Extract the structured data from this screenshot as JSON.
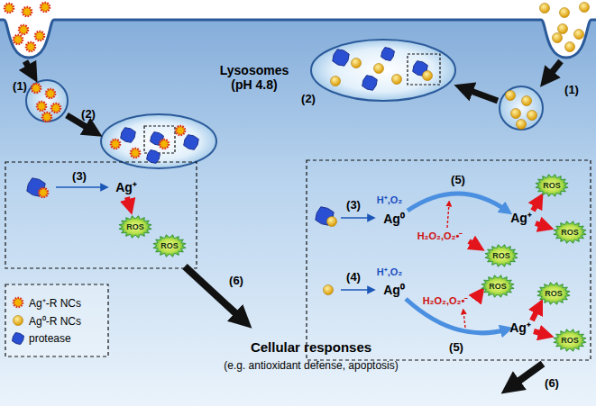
{
  "diagram": {
    "nodes": [
      {
        "text": [
          "ROS"
        ]
      },
      {
        "text": [
          "ROS"
        ]
      },
      {
        "text": [
          "ROS"
        ]
      },
      {
        "text": [
          "ROS"
        ]
      },
      {
        "text": [
          "ROS"
        ]
      },
      {
        "text": [
          "ROS"
        ]
      },
      {
        "text": [
          "ROS"
        ]
      },
      {
        "text": [
          "ROS"
        ]
      }
    ],
    "labels": [
      "(1)",
      "(2)",
      "Lysosomes (pH 4.8)",
      "(2)",
      "(1)",
      "(3)",
      "Ag⁺",
      "(3)",
      "H⁺,O₂",
      "Ag⁰",
      "(5)",
      "H₂O₂,O₂•⁻",
      "Ag⁺",
      "(4)",
      "H⁺,O₂",
      "Ag⁰",
      "H₂O₂,O₂•⁻",
      "(5)",
      "Ag⁺",
      "(6)",
      "Cellular responses",
      "(e.g. antioxidant defense, apoptosis)",
      "(6)"
    ],
    "legend": [
      {
        "text": "Ag⁺-R NCs"
      },
      {
        "text": "Ag⁰-R NCs"
      },
      {
        "text": "protease"
      }
    ]
  }
}
